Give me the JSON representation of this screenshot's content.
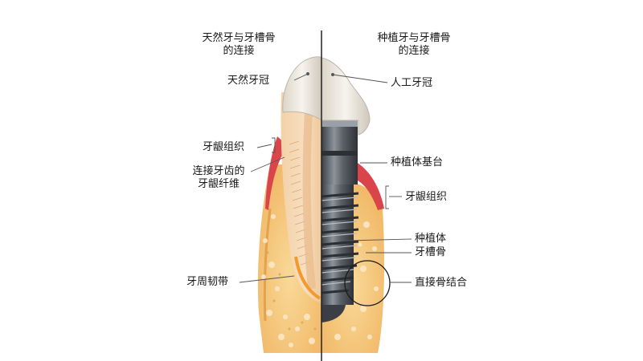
{
  "header": {
    "left_line1": "天然牙与牙槽骨",
    "left_line2": "的连接",
    "right_line1": "种植牙与牙槽骨",
    "right_line2": "的连接"
  },
  "left_labels": {
    "crown": "天然牙冠",
    "gingiva": "牙龈组织",
    "fiber_line1": "连接牙齿的",
    "fiber_line2": "牙龈纤维",
    "ligament": "牙周韧带"
  },
  "right_labels": {
    "crown": "人工牙冠",
    "abutment": "种植体基台",
    "gingiva": "牙龈组织",
    "implant": "种植体",
    "bone": "牙槽骨",
    "osseo": "直接骨结合"
  },
  "colors": {
    "bone_fill": "#f6c77a",
    "bone_spot": "#f9e7c4",
    "gum": "#d9454a",
    "crown": "#f4f1ea",
    "implant": "#5c6168",
    "divider": "#222222"
  }
}
